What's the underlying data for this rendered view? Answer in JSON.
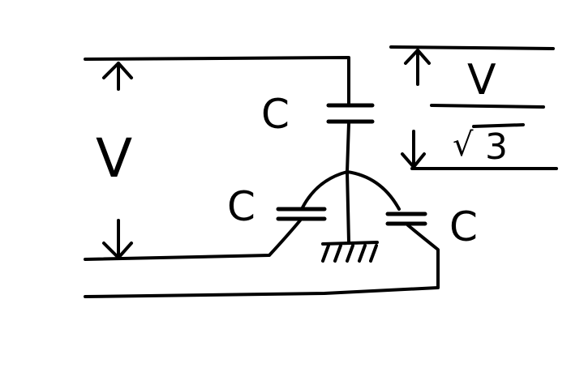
{
  "labels": {
    "v_left": "V",
    "c_top": "C",
    "c_left": "C",
    "c_right": "C",
    "fraction_numerator": "V",
    "fraction_denominator_radical": "√",
    "fraction_denominator_value": "3"
  },
  "icons": [
    "arrow-up-icon",
    "arrow-down-icon",
    "ground-icon"
  ]
}
